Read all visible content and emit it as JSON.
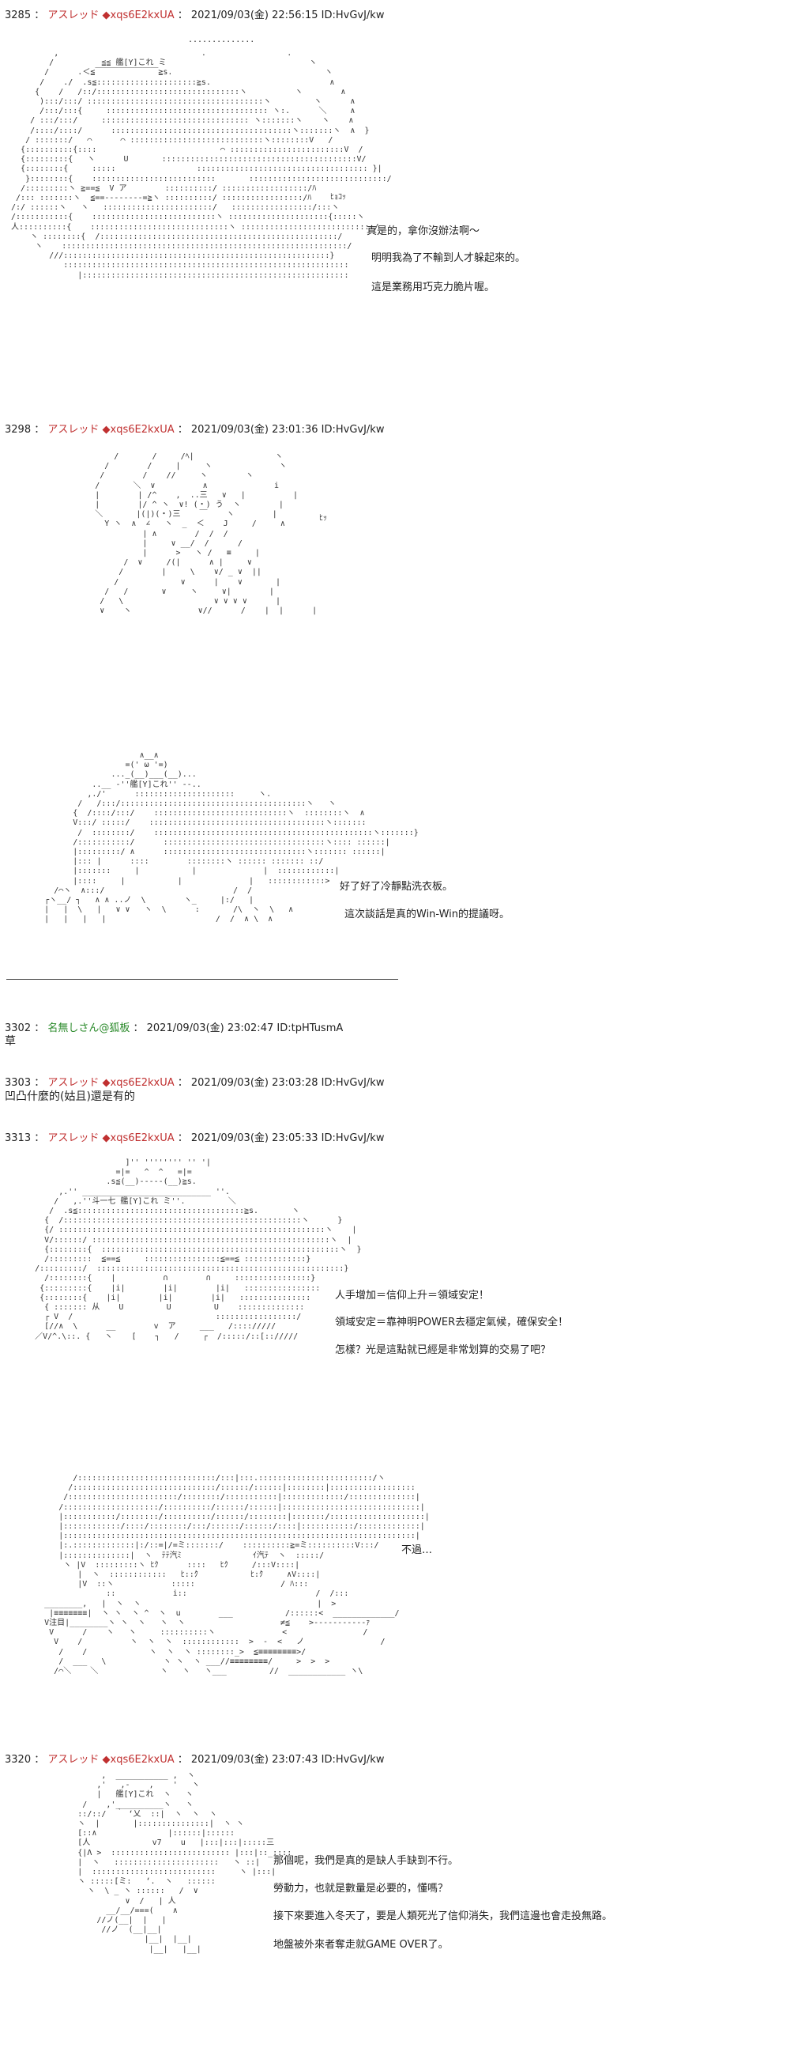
{
  "posts": [
    {
      "num": "3285",
      "name": "アスレッド",
      "trip": "◆xqs6E2kxUA",
      "date": "2021/09/03(金) 22:56:15",
      "id": "ID:HvGvJ/kw",
      "sfx": "ﾋｮｺｯ",
      "lines": [
        "真是的，拿你沒辦法啊～",
        "明明我為了不輸到人才躲起來的。",
        "這是業務用巧克力脆片喔。"
      ]
    },
    {
      "num": "3298",
      "name": "アスレッド",
      "trip": "◆xqs6E2kxUA",
      "date": "2021/09/03(金) 23:01:36",
      "id": "ID:HvGvJ/kw",
      "sfx": "ﾋｯ",
      "lines": [
        "好了好了冷靜點洗衣板。",
        "這次談話是真的Win-Win的提議呀。"
      ]
    },
    {
      "num": "3302",
      "name": "名無しさん@狐板",
      "date": "2021/09/03(金) 23:02:47",
      "id": "ID:tpHTusmA",
      "body": "草"
    },
    {
      "num": "3303",
      "name": "アスレッド",
      "trip": "◆xqs6E2kxUA",
      "date": "2021/09/03(金) 23:03:28",
      "id": "ID:HvGvJ/kw",
      "body": "凹凸什麼的(姑且)還是有的"
    },
    {
      "num": "3313",
      "name": "アスレッド",
      "trip": "◆xqs6E2kxUA",
      "date": "2021/09/03(金) 23:05:33",
      "id": "ID:HvGvJ/kw",
      "lines": [
        "人手增加＝信仰上升＝領域安定！",
        "領域安定＝靠神明POWER去穩定氣候，確保安全！",
        "怎樣？光是這點就已經是非常划算的交易了吧？"
      ],
      "lines2": [
        "不過…"
      ]
    },
    {
      "num": "3320",
      "name": "アスレッド",
      "trip": "◆xqs6E2kxUA",
      "date": "2021/09/03(金) 23:07:43",
      "id": "ID:HvGvJ/kw",
      "lines": [
        "那個呢，我們是真的是缺人手缺到不行。",
        "勞動力，也就是數量是必要的，懂嗎？",
        "接下來要進入冬天了，要是人類死光了信仰消失，我們這邊也會走投無路。",
        "地盤被外來者奪走就GAME OVER了。"
      ]
    }
  ],
  "aa": {
    "a1_dots": "..............",
    "a1": "          ,                              .                 .\n         /          ≦≦ 艦[Y]これ ミ                              ヽ\n        /      .＜≦￣￣￣￣￣￣￣￣≧s.                                ヽ\n       /    ./  .s≦:::::::::::::::::::::≧s.                         ∧\n      {    /   /::/::::::::::::::::::::::::::::::ヽ          ヽ        ∧\n       ):::/:::/ :::::::::::::::::::::::::::::::::::::ヽ         ヽ      ∧\n       /:::/:::{     :::::::::::::::::::::::::::::::::: ヽ:.      ＼     ∧\n     / :::/:::/     ::::::::::::::::::::::::::::::: ヽ:::::::ヽ    ヽ    ∧\n     /::::/::::/      ::::::::::::::::::::::::::::::::::::::ヽ:::::::ヽ  ∧  }\n    / :::::::/   ⌒      ⌒ ::::::::::::::::::::::::::::ヽ::::::::V   /\n   {::::::::::{::::                          ⌒ ::::::::::::::::::::::::V  /\n   {:::::::::{   ヽ      U       :::::::::::::::::::::::::::::::::::::::::V/\n   {::::::::{     :::::                 :::::::::::::::::::::::::::::::::::: }|\n    }::::::::{    ::::::::::::::::::::::::::       :::::::::::::::::::::::::::::/\n   /:::::::::ヽ ≧==≦  V ア        ::::::::::/ ::::::::::::::::::/ﾊ\n  /::: :::::::ヽ  ≦==--------=≧ヽ ::::::::::/ :::::::::::::::::/ﾊ\n /:/ ::::::ヽ   ヽ   :::::::::::::::::::::::/   :::::::::::::::::/:::ヽ\n /:::::::::::{    ::::::::::::::::::::::::::ヽ :::::::::::::::::::::{:::::ヽ\n 人::::::::::{    :::::::::::::::::::::::::::::ヽ ::::::::::::::::::::::::::::/\n     ヽ ::::::::{  /::::::::::::::::::::::::::::::::::::::::::::::::::/\n      ヽ    ::::::::::::::::::::::::::::::::::::::::::::::::::::::::::::/\n         ///::::::::::::::::::::::::::::::::::::::::::::::::::::::::}\n            ::::::::::::::::::::::::::::::::::::::::::::::::::::::::::::\n               |::::::::::::::::::::::::::::::::::::::::::::::::::::::::",
    "a2": "              /       /     /ﾍ|                 ヽ\n            /        /     |     ヽ              ヽ\n           /        /    //     ヽ        ヽ\n          /       ＼  ∨          ∧              i\n          |        | /^    ,  ..三   ∨   |          |\n          |        |/ ^ ヽ  ∨! (・) う  ヽ        |\n          ＼       |(|)(・)三    ￣    ヽ        |\n            Y ヽ  ∧  ∠   ヽ  _  ＜    J     /     ∧\n                    | ∧        /  /  /\n                    |     ∨ __/  /      /\n                    |      >   ヽ /   ≡     |\n                /  ∨     /(|      ∧ |     ∨\n               /        |     \\    ∨/ _ ∨  ||\n              /             ∨      |    ∨       |\n            /   /       ∨     ヽ     ∨|        |\n           /   \\                   ∨ ∨ ∨ ∨      |\n           ∨    ヽ              ∨//      /    |  |      |",
    "a3": "                            ∧__∧\n                         =(' ω '=)\n                      ..._(__)___(__)...\n                  ..__ -''艦[Y]これ'' --..\n                 ,./'      :::::::::::::::::::::     ヽ.\n               /   /:::/:::::::::::::::::::::::::::::::::::::::ヽ   ヽ\n              {  /::::/:::/    ::::::::::::::::::::::::::::ヽ  ::::::::ヽ  ∧\n              V:::/ :::::/    :::::::::::::::::::::::::::::::::::::ヽ:::::::\n               /  ::::::::/    ::::::::::::::::::::::::::::::::::::::::::::::ヽ:::::::}\n              /:::::::::::/      ::::::::::::::::::::::::::::::::::ヽ:::: ::::::|\n              |:::::::::/ ∧      ::::::::::::::::::::::::::::::ヽ::::::: ::::::|\n              |::: |      ::::        ::::::::ヽ :::::: ::::::: ::/\n              |:::::::     |           |              |  ::::::::::::|\n              |::::     |           |              |   ::::::::::::>\n          /⌒ヽ  ∧:::/                           /  /\n        ┌ヽ__/ ┐   ∧ ∧ ..ノ  \\        ヽ_     |:/   |\n        |   |  \\   |   ∨ ∨   ヽ  \\      :       /\\  ヽ  \\   ∧\n        |   |   |   |                       /  /  ∧ \\  ∧",
    "a4": "                        ]'' '''''''' '' '|\n                      =|=   ^  ^   =|=\n                    .s≦(__)-----(__)≧s.\n          ,.'' ___________________________ ''.\n         /   ,.''斗一七 艦[Y]これ ミ''.         ＼\n        /  .s≦:::::::::::::::::::::::::::::::::::≧s.       ヽ\n       {  /::::::::::::::::::::::::::::::::::::::::::::::::::ヽ      }\n       {/ ::::::::::::::::::::::::::::::::::::::::::::::::::::::::ヽ    |\n       V/::::::/ ::::::::::::::::::::::::::::::::::::::::::::::::::ヽ  |\n       {::::::::{  ::::::::::::::::::::::::::::::::::::::::::::::::::ヽ  }\n       /:::::::::  ≦==≦     ::::::::::::::::≦==≦ :::::::::::::}\n     /:::::::::/  ::::::::::::::::::::::::::::::::::::::::::::::::::::}\n       /::::::::{    |          ∩        ∩     ::::::::::::::::}\n      {:::::::::{    |i|        |i|        |i|   ::::::::::::::::\n      {::::::::{    |i|        |i|        |i|   :::::::::::::::\n       { ::::::: 从    U         U         U    ::::::::::::::\n       ┌ V  /                              :::::::::::::::::/\n       [//∧  \\      __        v  ア     ___   /:::://///\n     ／V/^.\\::. {   ヽ    [    ┐   /     ┌  /:::::/::[:://///",
    "a5": "             /:::::::::::::::::::::::::::::/:::|:::.::::::::::::::::::::::::/ヽ\n            /::::::::::::::::::::::::::::::/::::::/::::::|::::::::|::::::::::::::::::\n           /:::::::::::::::::::::::/::::::::/:::::::::::|:::::::::::::/::::::::::::::|\n          /::::::::::::::::::::/::::::::::/::::::/::::::|:::::::::::::::::::::::::::::|\n          |:::::::::::/::::::::/::::::::::/::::::/::::::::|:::::::/::::::::::::::::::::|\n          |::::::::::::/::::/::::::::/:::/::::::/::::::/::::|:::::::::::/:::::::::::::|\n          |::::::::::::::::::::::::::::::::::::::::::::::::::::::::::::::::::::::::::|\n          |:.:::::::::::::|:/::=|/=ミ:::::::/    ::::::::::≧=ミ::::::::::V:::/\n          |::::::::::::::|  ヽ  ﾃﾃ汽ﾐ               ｲ汽ﾃ  ヽ  :::::/\n           ヽ |V  :::::::::ヽ ﾋｸ      ::::   ﾋｸ     /:::V::::|\n              |  ヽ  ::::::::::::   ﾋ::ｸ           ﾋ:ｸ     ∧V::::|\n              |V  ::ヽ            :::::                  / ﾊ:::\n                    ::            i::                           /  /:::\n       ________,   |  ヽ  ヽ                                     |  >\n        |≡≡≡≡≡≡≡|  ヽ ヽ  ヽ ^  ヽ  u        ___           /::::::<  _____________/\n       V注目|________ヽ ヽ  ヽ   ヽ  ヽ                    ≠≦    >-----------ｧ\n        V      /    ヽ   ヽ     ::::::::::ヽ              <                /\n         V    /          ヽ  ヽ  ヽ  ::::::::::::  >  -  <   ノ                /\n          /    /             ヽ  ヽ  ヽ ::::::::_>  ≦≡≡≡≡≡≡≡≡>/\n          /  ___   \\            ヽ ヽ  ヽ ___//≡≡≡≡≡≡≡≡/     >  >  >\n         /⌒＼    ＼             ヽ   ヽ   ヽ___         //  ____________ ヽ\\",
    "a6": "                   ,  ___________ ,  ヽ\n                  ,'   ,-    ,    '   ヽ\n                  |   艦[Y]これ  ヽ   ヽ\n               /    ,'__________ヽ   ヽ\n              ::/::/  ｀ ‘乂  ::|  ヽ  ヽ  ヽ\n              ヽ  |       |:::::::::::::::|  ヽ ヽ\n              [::∧               |::::::|::::::\n              [人             v7    u   |:::|:::|:::::三\n              {|Λ >  ::::::::::::::::::::::::: |:::|::_::::\n              |  ヽ   ::::::::::::::::::::::   ヽ ::|\n              |  ::::::::::::::::::::::::::     ヽ |:::|\n              ヽ :::::[ミ:   ‘.  ヽ   ::::::\n                ヽ  \\ _ ヽ ::::::   /  ∨\n                        ∨  /   | 人\n                    __/__/===(    ∧\n                  //ノ(__|  |   |\n                   //ノ  (__|__|\n                            |__|  |__|\n                             |__|   |__|"
  }
}
